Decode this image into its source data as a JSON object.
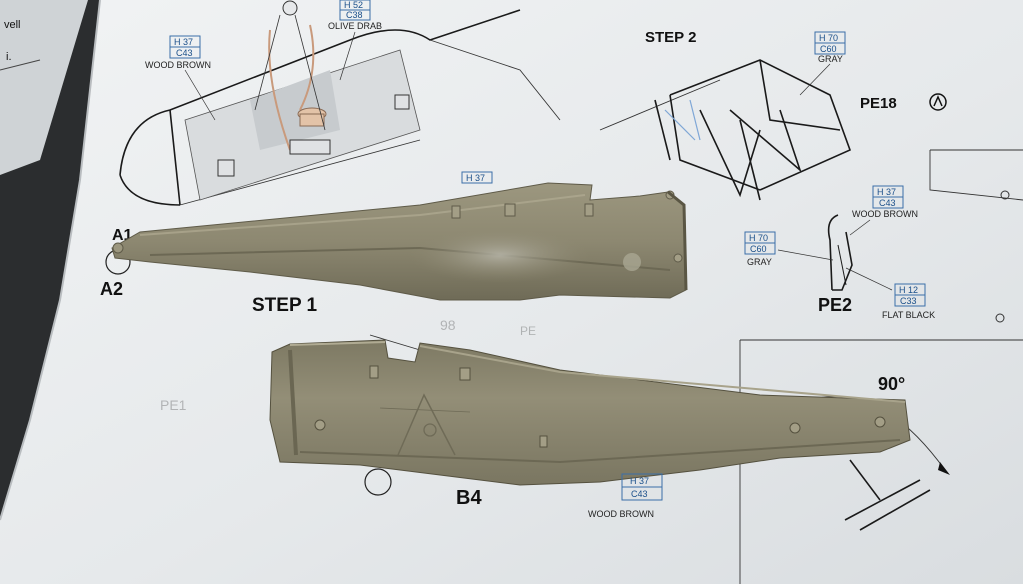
{
  "labels": {
    "step1": "STEP 1",
    "step2": "STEP 2",
    "a1": "A1",
    "a2": "A2",
    "b4": "B4",
    "pe2": "PE2",
    "pe18": "PE18",
    "pe_partial": "PE",
    "angle": "90°",
    "well_fragment": "vell",
    "i_fragment": "i."
  },
  "callouts": {
    "wood_brown_top": {
      "h": "H 37",
      "c": "C43",
      "name": "WOOD BROWN"
    },
    "olive_drab": {
      "h": "H 52",
      "c": "C38",
      "name": "OLIVE DRAB"
    },
    "gray_top": {
      "h": "H 70",
      "c": "C60",
      "name": "GRAY"
    },
    "h37_mid": {
      "h": "H 37"
    },
    "wood_brown_right": {
      "h": "H 37",
      "c": "C43",
      "name": "WOOD BROWN"
    },
    "gray_left": {
      "h": "H 70",
      "c": "C60",
      "name": "GRAY"
    },
    "flat_black": {
      "h": "H 12",
      "c": "C33",
      "name": "FLAT BLACK"
    },
    "wood_brown_bottom": {
      "h": "H 37",
      "c": "C43",
      "name": "WOOD BROWN"
    }
  },
  "colors": {
    "paper": "#e9ecee",
    "resin": "#8b8670",
    "ink": "#1a1a1a",
    "callout": "#3a6ea8",
    "background": "#2b2d2f"
  }
}
